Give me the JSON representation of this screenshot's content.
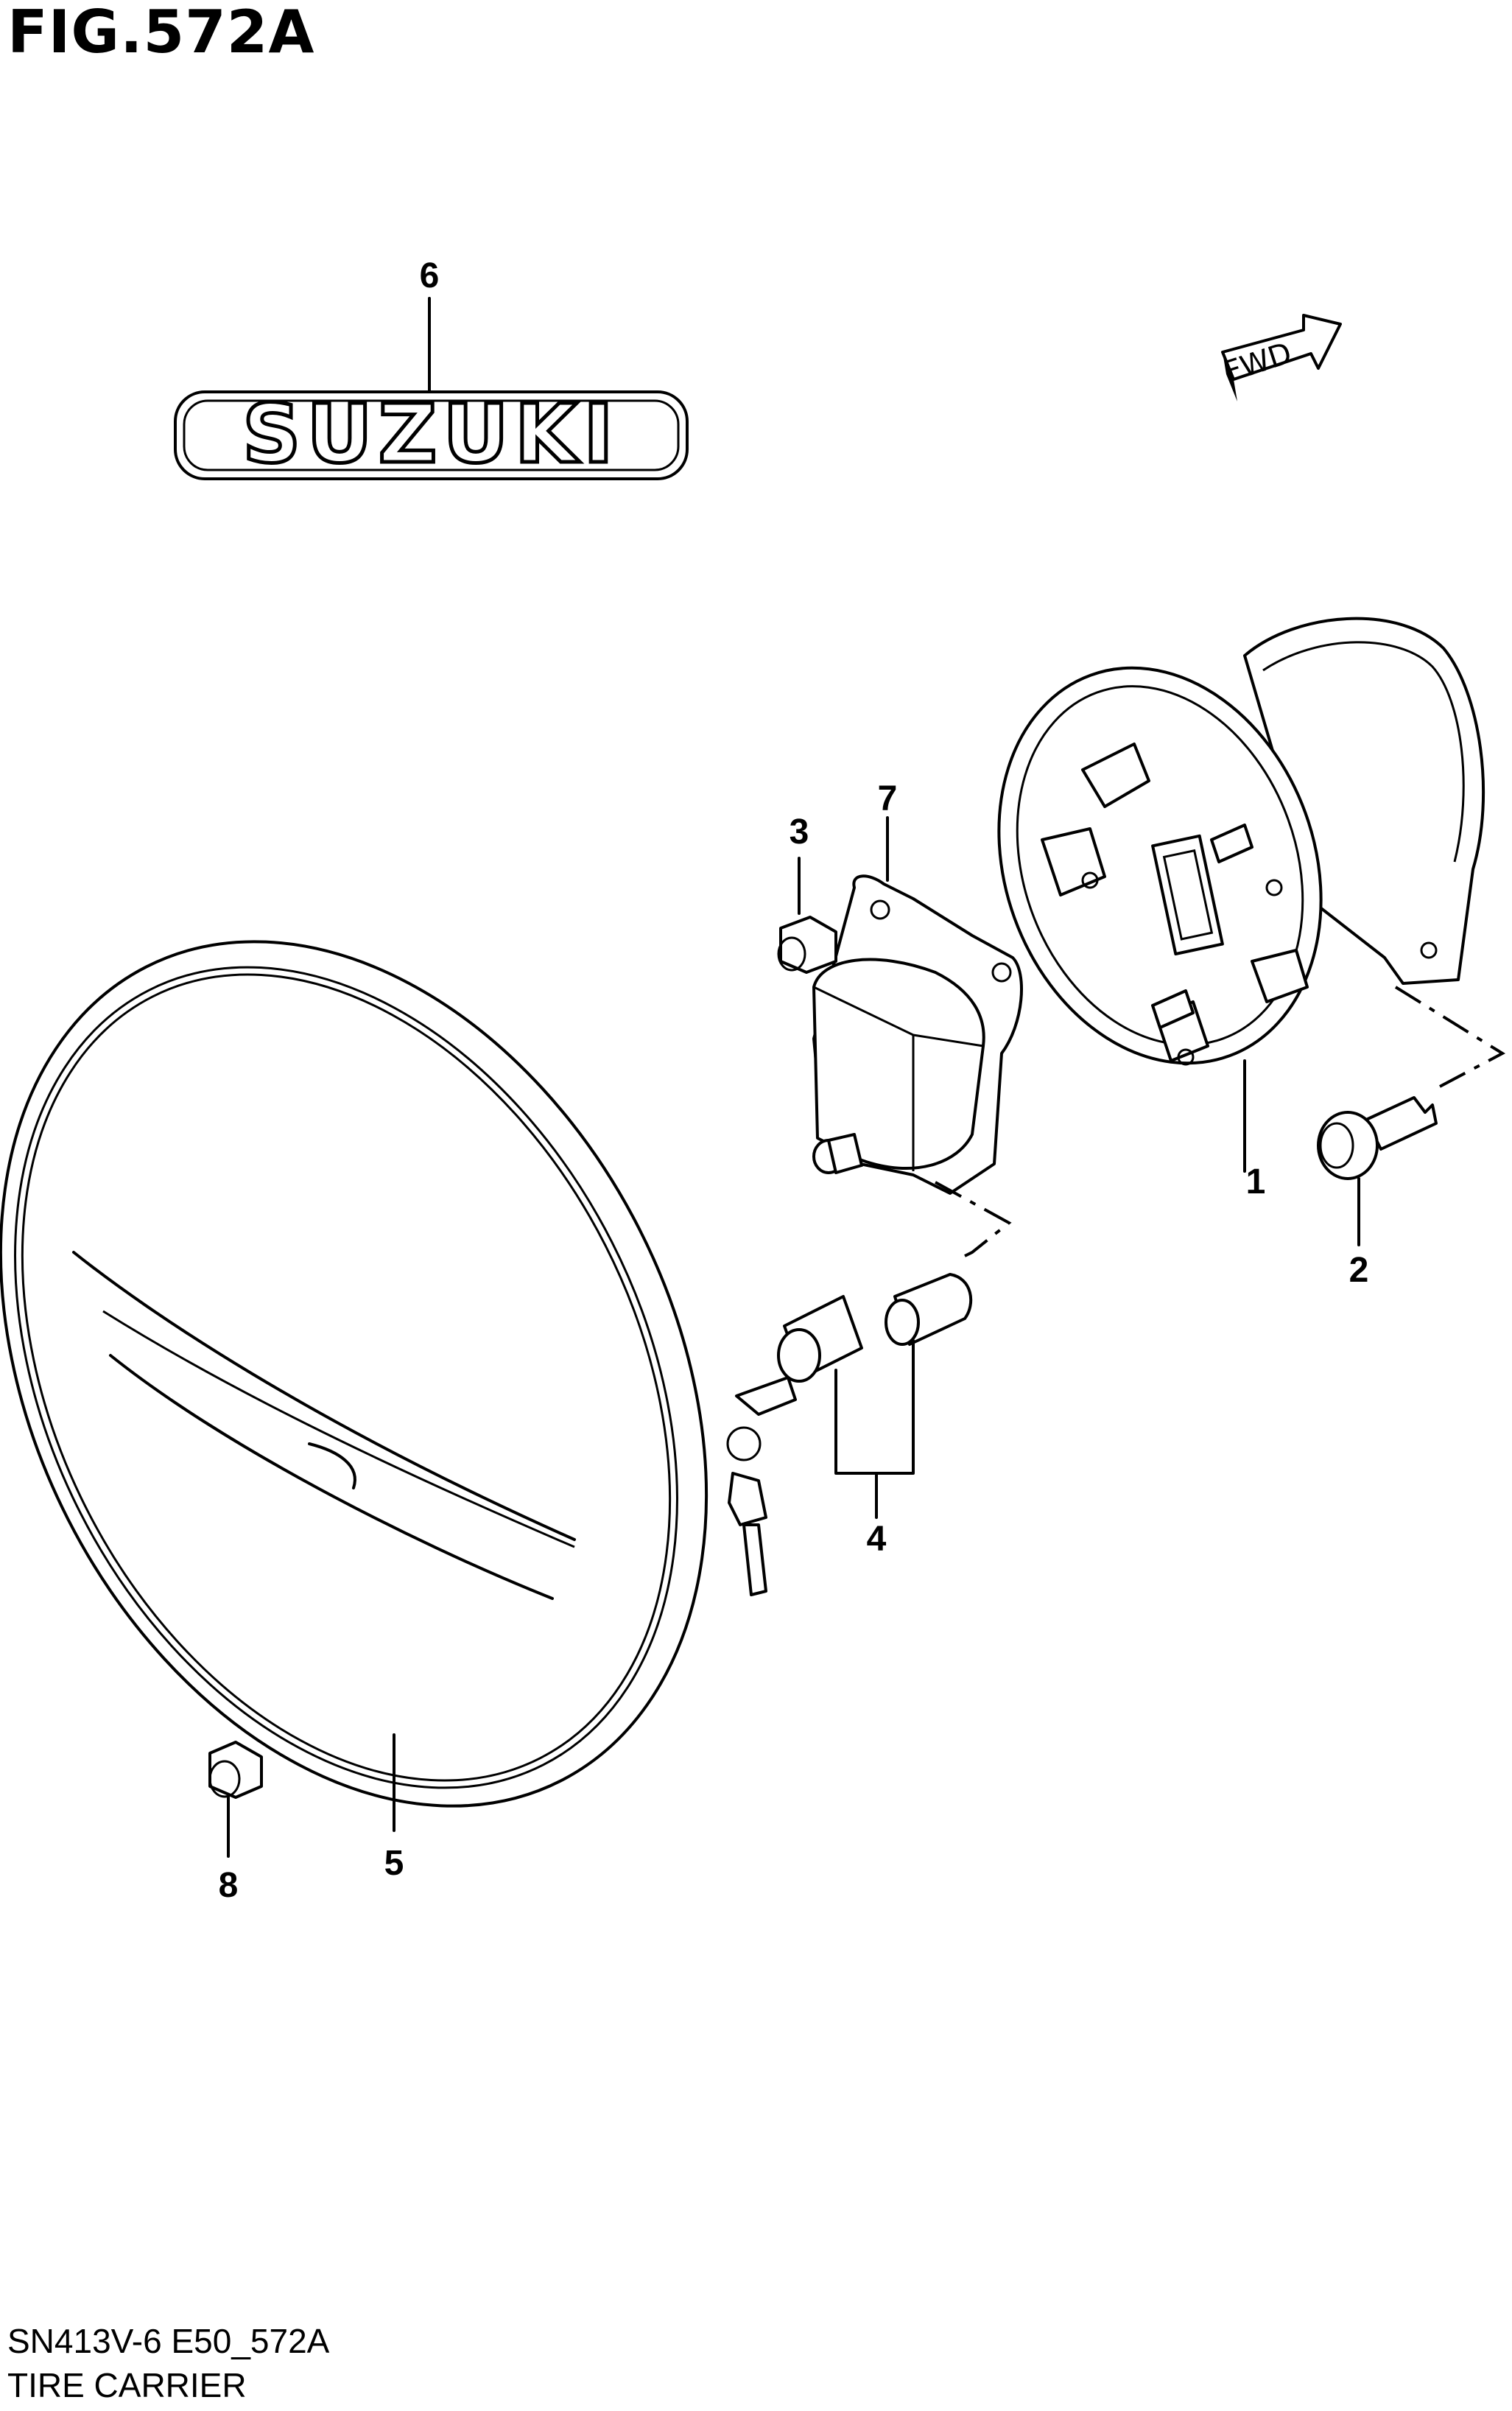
{
  "header": {
    "title": "FIG.572A"
  },
  "footer": {
    "model_code": "SN413V-6 E50_572A",
    "section_name": "TIRE CARRIER"
  },
  "emblem": {
    "text": "SUZUKI"
  },
  "direction_arrow": {
    "label": "FWD"
  },
  "callouts": {
    "c1": "1",
    "c2": "2",
    "c3": "3",
    "c4": "4",
    "c5": "5",
    "c6": "6",
    "c7": "7",
    "c8": "8"
  }
}
